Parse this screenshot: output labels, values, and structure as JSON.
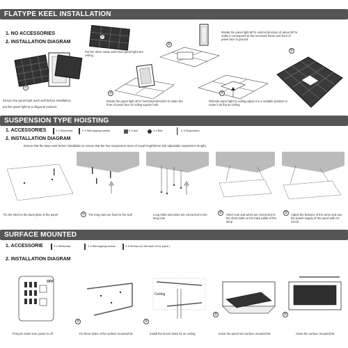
{
  "sections": {
    "flat": {
      "title": "FLATYPE KEEL INSTALLATION",
      "item1": "1.  NO ACCESSORIES",
      "item2": "2.  INSTALLATION DIAGRAM",
      "step1_num": "①",
      "step2_num": "②",
      "step3_num": "③",
      "step4_num": "④",
      "step5_num": "⑤",
      "step6_num": "⑥",
      "cap_driver": "Put the driver aside and insert panel light into ceiling",
      "cap_rotate90": "Rotate the panel light 90°in vertical direction of about 90°to make it correspond to the recessed frame and front of panel face to ground.",
      "cap_left1": "Ensure the panel light work well before installation,",
      "cap_left2": "put the panel light at a diagonal position.",
      "cap_rotate45": "Rotate the panel light 45°in horizontal direction to make the front of panel face to ceiling square hole.",
      "cap_release": "Release panel light to ceiling,adjust it to a suitable position to make it as flat as ceiling."
    },
    "susp": {
      "title": "SUSPENSION TYPE HOISTING",
      "accessories_label": "1.  ACCESSORIES",
      "acc_a": "X 4 Setscrews",
      "acc_b": "X 4 Self-tapping screws",
      "acc_c": "X 4 Nut",
      "acc_d": "X 4 Bolt",
      "acc_e": "X 4 Suspension",
      "diagram_label": "2.  INSTALLATION DIAGRAM",
      "note": "Ensure that the lamp work before installation,to ensure that the four suspension wires of equal length(inner bolt adjustable suspension length).",
      "cap1": "Fix the short to the back plate of the panel",
      "cap2": "The long nuts are fixed to the wall",
      "cap3": "Long bolts and wires are connected to the long nuts",
      "cap4": "Short nuts and wires are connected to the short bolts on the back pallte of the lamp",
      "cap5": "Adjust the belance of the wires and use the power supply of the panel with AC circuit"
    },
    "surface": {
      "title": "SURFACE MOUNTED",
      "accessories_label": "1.  ACCESSORIE",
      "acc_a": "X 4 Setscrews",
      "acc_b": "X 4 Self-tapping screws",
      "acc_c": "X 8 Screws (on the back of the panel )",
      "diagram_label": "2.  INSTALLATION DIAGRAM",
      "off_label": "OFF",
      "ceiling_label": "Ceiling",
      "cap1": "First,pls make sure power is off",
      "cap2": "Fix three sides of the surface mounted kit",
      "cap3": "Install the knock down kit on ceiling",
      "cap4": "Insert the panel into surface mounted kit",
      "cap5": "Close the surface mounted kit"
    }
  },
  "colors": {
    "header_bg": "#555555",
    "panel_dark": "#3a3a3a",
    "ceiling_gray": "#bbbbbb"
  }
}
